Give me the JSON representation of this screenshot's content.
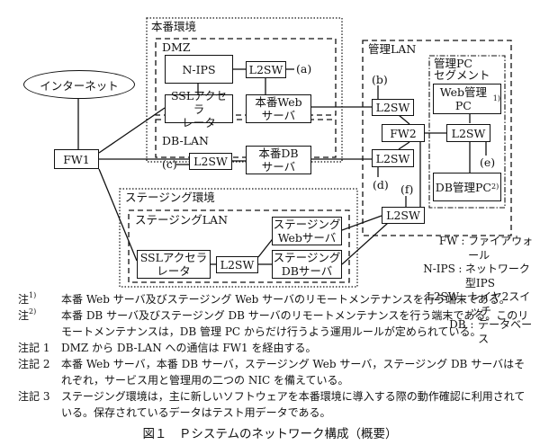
{
  "diagram": {
    "zones": {
      "production": "本番環境",
      "dmz": "DMZ",
      "db_lan": "DB-LAN",
      "mgmt_lan": "管理LAN",
      "mgmt_pc_segment": "管理PC\nセグメント",
      "staging": "ステージング環境",
      "staging_lan": "ステージングLAN"
    },
    "nodes": {
      "internet": "インターネット",
      "fw1": "FW1",
      "fw2": "FW2",
      "n_ips": "N-IPS",
      "dmz_l2sw": "L2SW",
      "dmz_ssl": "SSLアクセラ\nレータ",
      "prod_web": "本番Web\nサーバ",
      "dblan_l2sw": "L2SW",
      "prod_db": "本番DB\nサーバ",
      "mgmt_l2sw_top": "L2SW",
      "mgmt_l2sw_mid": "L2SW",
      "mgmt_l2sw_bottom": "L2SW",
      "pcseg_l2sw": "L2SW",
      "web_mgmt_pc": "Web管理PC",
      "web_mgmt_pc_note": "1)",
      "db_mgmt_pc": "DB管理PC",
      "db_mgmt_pc_note": "2)",
      "stg_ssl": "SSLアクセラ\nレータ",
      "stg_l2sw": "L2SW",
      "stg_web": "ステージング\nWebサーバ",
      "stg_db": "ステージング\nDBサーバ"
    },
    "ports": {
      "a": "(a)",
      "b": "(b)",
      "c": "(c)",
      "d": "(d)",
      "e": "(e)",
      "f": "(f)"
    }
  },
  "legend": [
    {
      "key": "FW",
      "sep": ":",
      "value": "ファイアウォール"
    },
    {
      "key": "N-IPS",
      "sep": ":",
      "value": "ネットワーク型IPS"
    },
    {
      "key": "L2SW",
      "sep": ":",
      "value": "レイヤ2スイッチ"
    },
    {
      "key": "DB",
      "sep": ":",
      "value": "データベース"
    }
  ],
  "notes": [
    {
      "head": "注",
      "mark": "1)",
      "text": "本番 Web サーバ及びステージング Web サーバのリモートメンテナンスを行う端末である。"
    },
    {
      "head": "注",
      "mark": "2)",
      "text": "本番 DB サーバ及びステージング DB サーバのリモートメンテナンスを行う端末である。このリモートメンテナンスは，DB 管理 PC からだけ行うよう運用ルールが定められている。"
    },
    {
      "head": "注記 1",
      "mark": "",
      "text": "DMZ から DB-LAN への通信は FW1 を経由する。"
    },
    {
      "head": "注記 2",
      "mark": "",
      "text": "本番 Web サーバ，本番 DB サーバ，ステージング Web サーバ，ステージング DB サーバはそれぞれ，サービス用と管理用の二つの NIC を備えている。"
    },
    {
      "head": "注記 3",
      "mark": "",
      "text": "ステージング環境は，主に新しいソフトウェアを本番環境に導入する際の動作確認に利用されている。保存されているデータはテスト用データである。"
    }
  ],
  "caption": "図１　Ｐシステムのネットワーク構成（概要）"
}
